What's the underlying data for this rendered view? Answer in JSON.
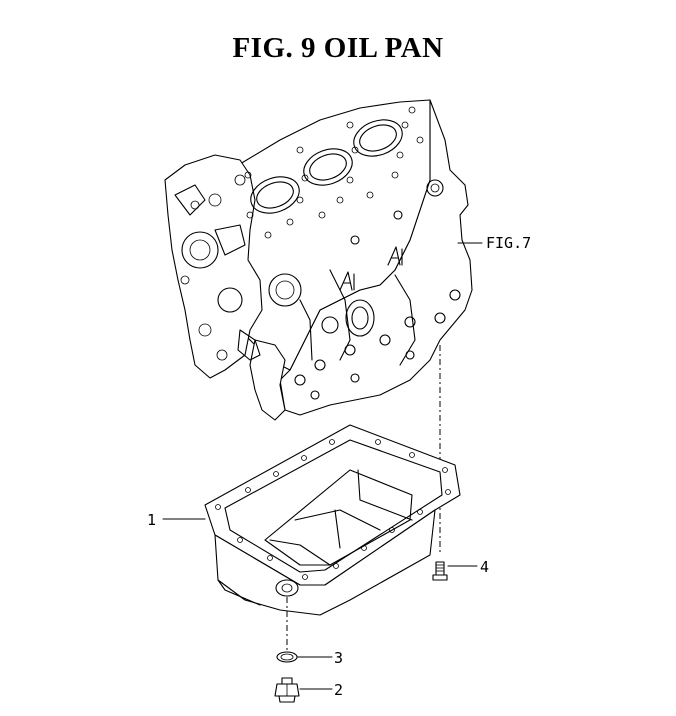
{
  "title": "FIG. 9  OIL PAN",
  "callouts": [
    {
      "id": "engine-block",
      "label": "FIG.7"
    },
    {
      "id": "oil-pan",
      "label": "1"
    },
    {
      "id": "drain-plug",
      "label": "2"
    },
    {
      "id": "gasket",
      "label": "3"
    },
    {
      "id": "bolt",
      "label": "4"
    }
  ]
}
